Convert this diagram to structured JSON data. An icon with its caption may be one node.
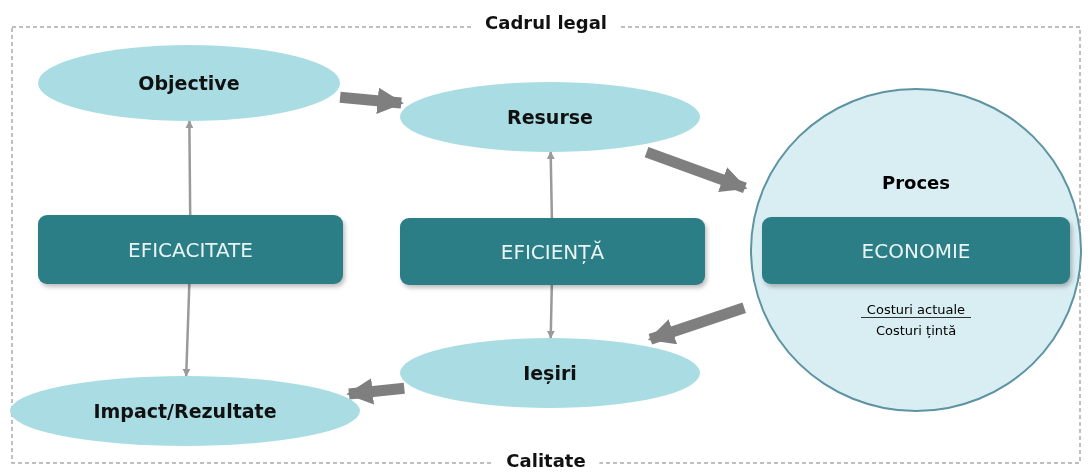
{
  "diagram": {
    "nodes": [
      {
        "text": [
          "Objective"
        ]
      },
      {
        "text": [
          "Resurse"
        ]
      },
      {
        "text": [
          "Proces",
          "Costuri actuale",
          "Costuri țintă"
        ]
      },
      {
        "text": [
          "ECONOMIE"
        ],
        "in": 2
      },
      {
        "text": [
          "EFICACITATE"
        ]
      },
      {
        "text": [
          "EFICIENȚĂ"
        ]
      },
      {
        "text": [
          "Ieșiri"
        ]
      },
      {
        "text": [
          "Impact/Rezultate"
        ]
      }
    ],
    "edges": [
      {
        "from": 0,
        "to": 1,
        "arrow": "to",
        "style": "thick"
      },
      {
        "from": 1,
        "to": 2,
        "arrow": "to",
        "style": "thick"
      },
      {
        "from": 2,
        "to": 6,
        "arrow": "to",
        "style": "thick"
      },
      {
        "from": 6,
        "to": 7,
        "arrow": "to",
        "style": "thick"
      },
      {
        "from": 4,
        "to": 0,
        "arrow": "to"
      },
      {
        "from": 4,
        "to": 7,
        "arrow": "to"
      },
      {
        "from": 5,
        "to": 1,
        "arrow": "to"
      },
      {
        "from": 5,
        "to": 6,
        "arrow": "to"
      }
    ],
    "labels": [
      "Cadrul legal",
      "Calitate"
    ]
  }
}
